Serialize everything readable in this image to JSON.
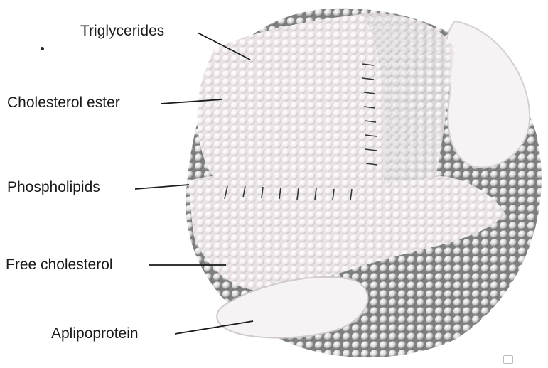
{
  "diagram": {
    "labels": {
      "triglycerides": "Triglycerides",
      "cholesterol_ester": "Cholesterol ester",
      "phospholipids": "Phospholipids",
      "free_cholesterol": "Free cholesterol",
      "apolipoprotein": "Aplipoprotein"
    }
  },
  "colors": {
    "outer_shell": "#8f8f8f",
    "inner_core": "#f2eeef",
    "bead_light": "#ffffff",
    "bead_dark": "#6e6e6e",
    "protein": "#f5f3f3",
    "text": "#1a1a1a"
  }
}
